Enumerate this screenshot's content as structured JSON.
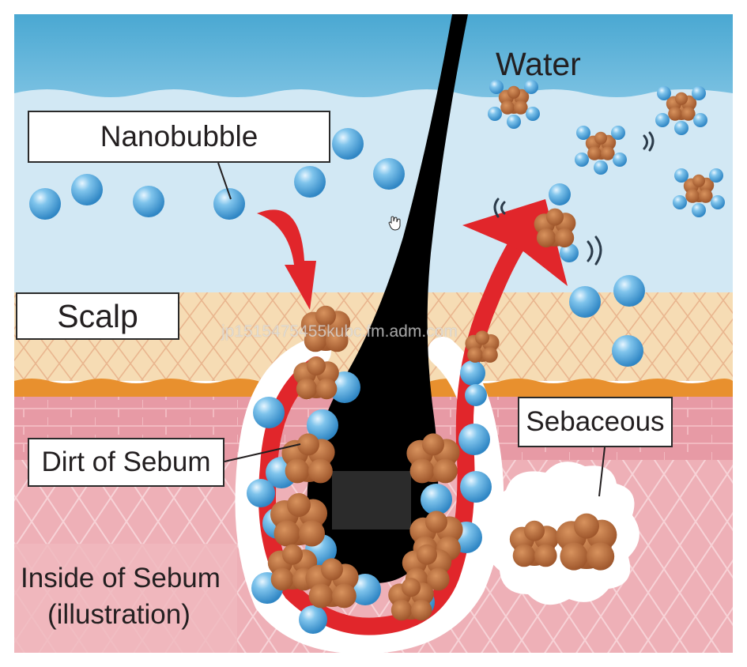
{
  "labels": {
    "water": "Water",
    "nanobubble": "Nanobubble",
    "scalp": "Scalp",
    "dirt_of_sebum": "Dirt of Sebum",
    "sebaceous": "Sebaceous",
    "inside_line1": "Inside of Sebum",
    "inside_line2": "(illustration)"
  },
  "watermark": "jp1515475455kubc.fm.adm.com",
  "colors": {
    "water_top": "#5bb4d6",
    "water_light": "#cfe6f3",
    "scalp": "#f6dcb4",
    "scalp_edge": "#e8902e",
    "skin": "#e8a3ac",
    "skin_light": "#f3c3c8",
    "hair": "#000000",
    "arrow": "#e1262b",
    "bubble": "#4aa3d8",
    "dirt": "#b86b3c",
    "sebaceous_cloud": "#ffffff"
  },
  "icons": [
    "nanobubble-icon",
    "dirt-particle-icon",
    "hair-strand-icon",
    "flow-arrow-icon",
    "vibration-wave-icon",
    "hand-cursor-icon"
  ]
}
